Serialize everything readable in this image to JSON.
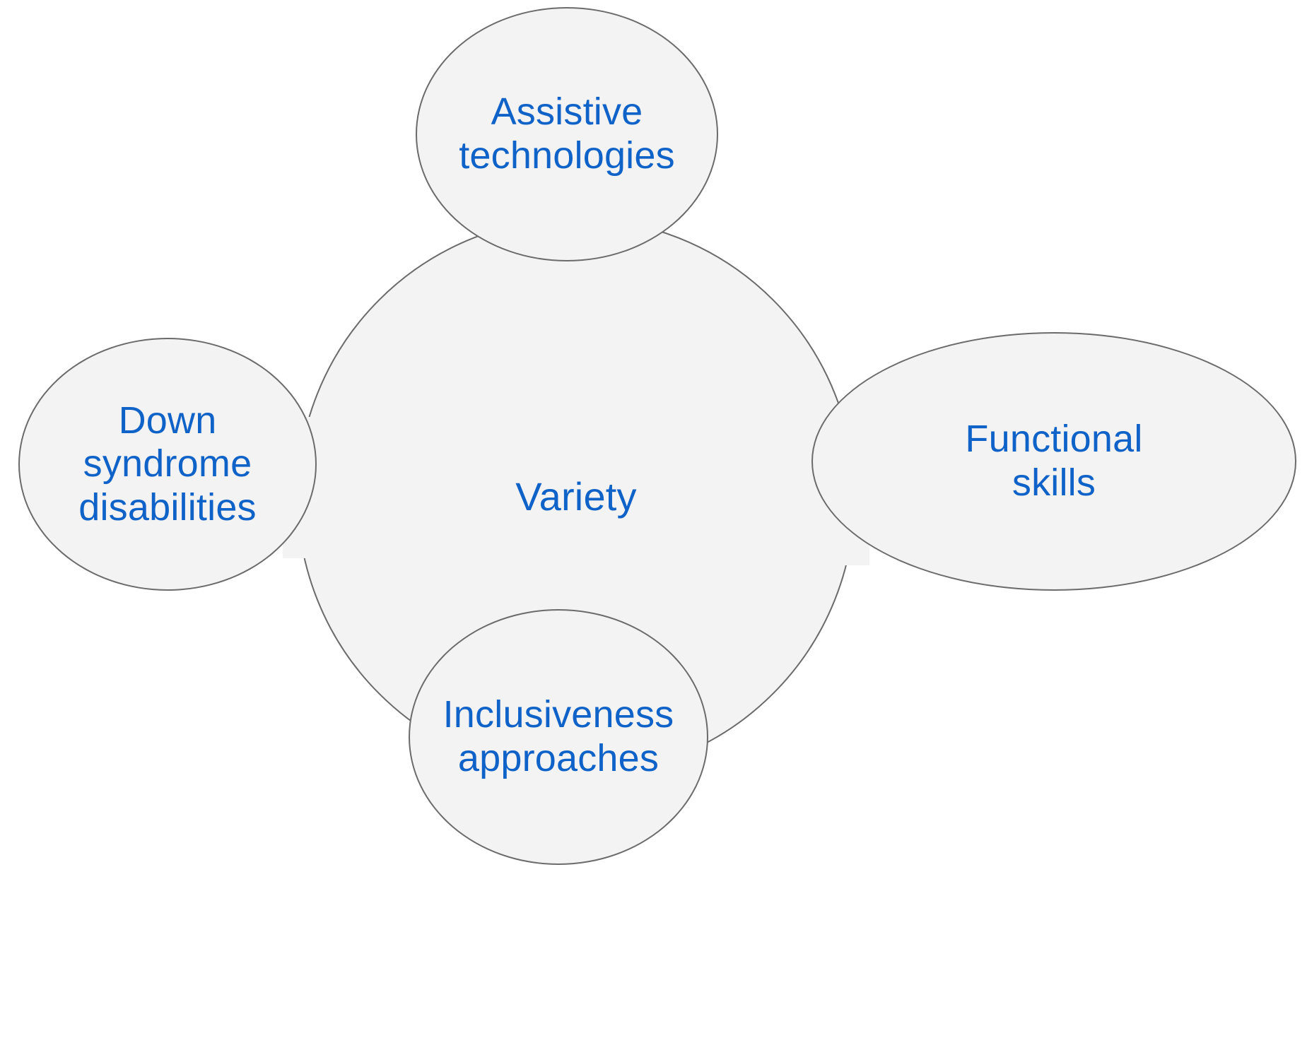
{
  "diagram": {
    "type": "radial-cluster",
    "background_color": "#ffffff",
    "node_fill": "#f3f3f3",
    "node_stroke": "#6b6b6b",
    "label_color": "#0f62c8",
    "center": {
      "id": "variety",
      "label": "Variety"
    },
    "satellites": [
      {
        "id": "assistive-technologies",
        "label": "Assistive\ntechnologies",
        "position": "top"
      },
      {
        "id": "functional-skills",
        "label": "Functional\nskills",
        "position": "right"
      },
      {
        "id": "inclusiveness-approaches",
        "label": "Inclusiveness\napproaches",
        "position": "bottom"
      },
      {
        "id": "down-syndrome-disabilities",
        "label": "Down\nsyndrome\ndisabilities",
        "position": "left"
      }
    ]
  }
}
